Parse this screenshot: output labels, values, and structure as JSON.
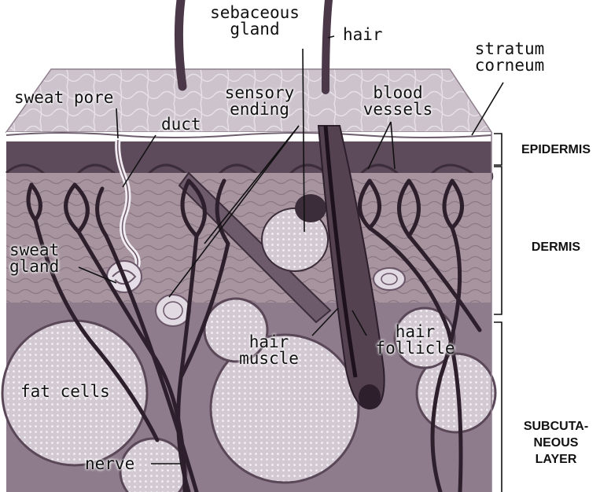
{
  "labels": {
    "sebaceous_gland": "sebaceous\ngland",
    "hair": "hair",
    "stratum_corneum": "stratum\ncorneum",
    "sweat_pore": "sweat pore",
    "sensory_ending": "sensory\nending",
    "blood_vessels": "blood\nvessels",
    "duct": "duct",
    "sweat_gland": "sweat\ngland",
    "hair_muscle": "hair\nmuscle",
    "hair_follicle": "hair\nfollicle",
    "fat_cells": "fat cells",
    "nerve": "nerve"
  },
  "layers": {
    "epidermis": "EPIDERMIS",
    "dermis": "DERMIS",
    "subcutaneous": "SUBCUTA-\nNEOUS\nLAYER"
  },
  "colors": {
    "epidermis": "#cfc5cf",
    "dermis": "#9a8799",
    "dermis_band": "#5d4a5b",
    "fat": "#d8d0d8",
    "vessel": "#2e1f2c",
    "ink": "#111111"
  }
}
